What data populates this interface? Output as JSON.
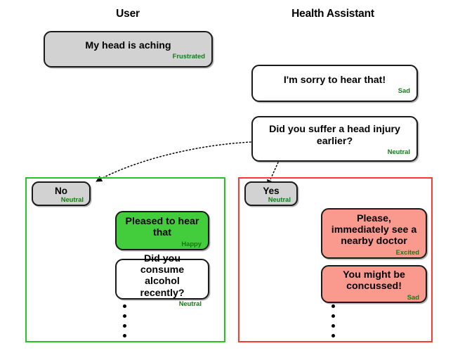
{
  "headers": {
    "user": "User",
    "assistant": "Health Assistant"
  },
  "colors": {
    "emotion_text": "#157a15",
    "bubble_grey": "#d2d2d2",
    "bubble_green": "#43cd3c",
    "bubble_red": "#fa9a8e",
    "branch_no_border": "#24c424",
    "branch_yes_border": "#fb3b32",
    "bubble_outline": "#1a1a1a"
  },
  "conversation": {
    "turn1_user": {
      "text": "My head is aching",
      "emotion": "Frustrated"
    },
    "turn2_assistant": {
      "text": "I'm sorry to hear that!",
      "emotion": "Sad"
    },
    "turn3_assistant": {
      "text": "Did you suffer a head injury earlier?",
      "emotion": "Neutral"
    }
  },
  "branch_no": {
    "answer": {
      "text": "No",
      "emotion": "Neutral"
    },
    "replies": [
      {
        "text": "Pleased to hear that",
        "emotion": "Happy"
      },
      {
        "text": "Did you consume alcohol recently?",
        "emotion": "Neutral"
      }
    ],
    "continuation": "vertical-ellipsis"
  },
  "branch_yes": {
    "answer": {
      "text": "Yes",
      "emotion": "Neutral"
    },
    "replies": [
      {
        "text": "Please, immediately see a nearby doctor",
        "emotion": "Excited"
      },
      {
        "text": "You might be concussed!",
        "emotion": "Sad"
      }
    ],
    "continuation": "vertical-ellipsis"
  },
  "arrows": [
    {
      "name": "arrow-to-no",
      "style": "dotted-curved-arrow"
    },
    {
      "name": "arrow-to-yes",
      "style": "dotted-straight-arrow"
    }
  ]
}
